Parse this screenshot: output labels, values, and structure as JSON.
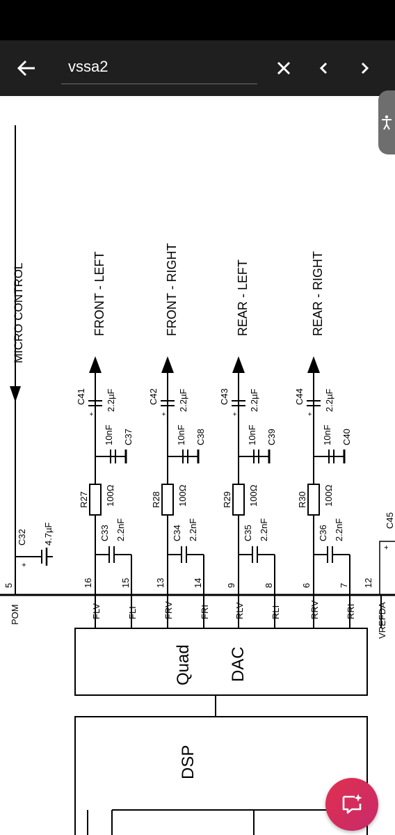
{
  "search": {
    "query": "vssa2"
  },
  "icons": {
    "back": "arrow-left",
    "clear": "close",
    "prev": "chevron-left",
    "next": "chevron-right",
    "accessibility": "accessibility-person",
    "fab": "chat-sparkle"
  },
  "colors": {
    "toolbar": "#1f1f1f",
    "fab": "#d42d5c"
  },
  "schematic": {
    "top_label": "MICRO CONTROL",
    "channels": [
      {
        "name": "FRONT - LEFT",
        "cap": "C41",
        "cap_val": "2.2µF",
        "small_cap": "10nF",
        "small_cap_ref": "C37",
        "res": "R27",
        "res_val": "100Ω",
        "filt": "C33",
        "filt_val": "2.2nF",
        "pin_out": "16",
        "pin_in": "15",
        "out_sig": "FLV",
        "in_sig": "FLI"
      },
      {
        "name": "FRONT - RIGHT",
        "cap": "C42",
        "cap_val": "2.2µF",
        "small_cap": "10nF",
        "small_cap_ref": "C38",
        "res": "R28",
        "res_val": "100Ω",
        "filt": "C34",
        "filt_val": "2.2nF",
        "pin_out": "13",
        "pin_in": "14",
        "out_sig": "FRV",
        "in_sig": "FRI"
      },
      {
        "name": "REAR - LEFT",
        "cap": "C43",
        "cap_val": "2.2µF",
        "small_cap": "10nF",
        "small_cap_ref": "C39",
        "res": "R29",
        "res_val": "100Ω",
        "filt": "C35",
        "filt_val": "2.2nF",
        "pin_out": "9",
        "pin_in": "8",
        "out_sig": "RLV",
        "in_sig": "RLI"
      },
      {
        "name": "REAR - RIGHT",
        "cap": "C44",
        "cap_val": "2.2µF",
        "small_cap": "10nF",
        "small_cap_ref": "C40",
        "res": "R30",
        "res_val": "100Ω",
        "filt": "C36",
        "filt_val": "2.2nF",
        "pin_out": "6",
        "pin_in": "7",
        "out_sig": "RRV",
        "in_sig": "RRI"
      }
    ],
    "pom": {
      "pin": "5",
      "sig": "POM",
      "cap": "C32",
      "cap_val": "4.7µF"
    },
    "vref": {
      "pin": "12",
      "sig": "VREFDA",
      "cap": "C45"
    },
    "block1": [
      "Quad",
      "DAC"
    ],
    "block2": "DSP",
    "plus": "+"
  }
}
